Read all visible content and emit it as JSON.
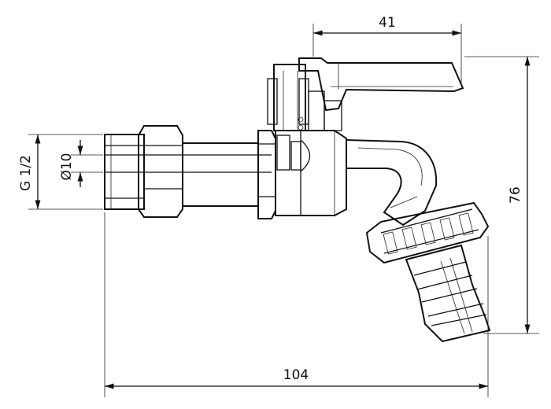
{
  "dimensions": {
    "lever_width": "41",
    "total_height": "76",
    "thread_size": "G 1/2",
    "bore_diameter": "Ø10",
    "total_length": "104"
  },
  "colors": {
    "line": "#111111",
    "background": "#ffffff"
  }
}
